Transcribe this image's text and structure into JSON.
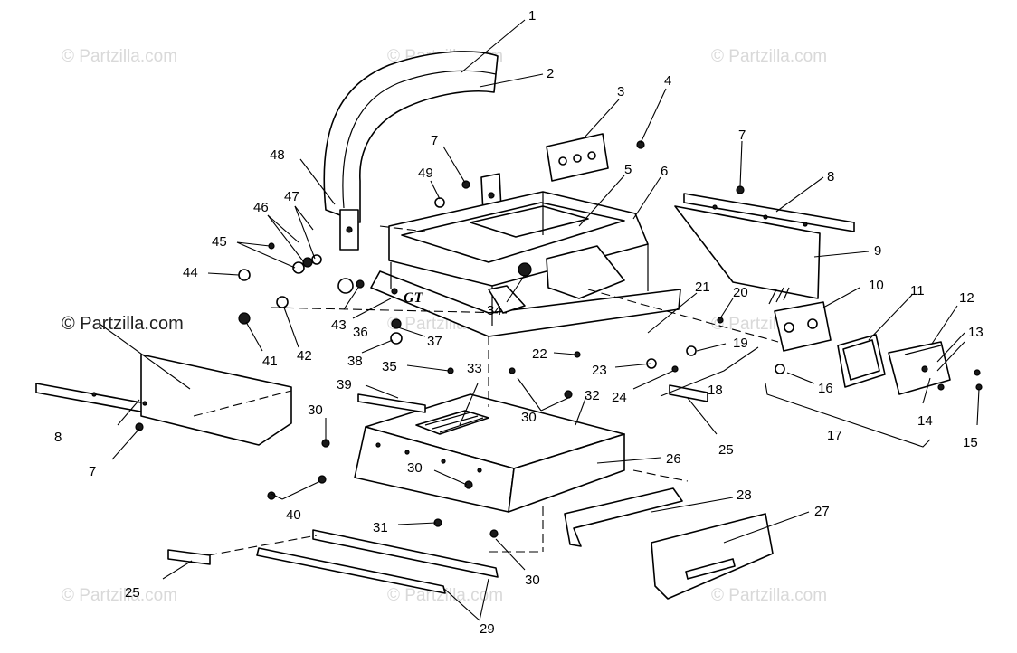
{
  "watermark": {
    "text": "© Partzilla.com"
  },
  "labels": [
    {
      "id": "1",
      "text": "1"
    },
    {
      "id": "2",
      "text": "2"
    },
    {
      "id": "3",
      "text": "3"
    },
    {
      "id": "4",
      "text": "4"
    },
    {
      "id": "5",
      "text": "5"
    },
    {
      "id": "6",
      "text": "6"
    },
    {
      "id": "7a",
      "text": "7"
    },
    {
      "id": "7b",
      "text": "7"
    },
    {
      "id": "7c",
      "text": "7"
    },
    {
      "id": "8a",
      "text": "8"
    },
    {
      "id": "8b",
      "text": "8"
    },
    {
      "id": "9",
      "text": "9"
    },
    {
      "id": "10",
      "text": "10"
    },
    {
      "id": "11",
      "text": "11"
    },
    {
      "id": "12",
      "text": "12"
    },
    {
      "id": "13",
      "text": "13"
    },
    {
      "id": "14",
      "text": "14"
    },
    {
      "id": "15",
      "text": "15"
    },
    {
      "id": "16",
      "text": "16"
    },
    {
      "id": "17",
      "text": "17"
    },
    {
      "id": "18",
      "text": "18"
    },
    {
      "id": "19",
      "text": "19"
    },
    {
      "id": "20",
      "text": "20"
    },
    {
      "id": "21",
      "text": "21"
    },
    {
      "id": "22",
      "text": "22"
    },
    {
      "id": "23",
      "text": "23"
    },
    {
      "id": "24",
      "text": "24"
    },
    {
      "id": "25a",
      "text": "25"
    },
    {
      "id": "25b",
      "text": "25"
    },
    {
      "id": "26",
      "text": "26"
    },
    {
      "id": "27",
      "text": "27"
    },
    {
      "id": "28",
      "text": "28"
    },
    {
      "id": "29",
      "text": "29"
    },
    {
      "id": "30a",
      "text": "30"
    },
    {
      "id": "30b",
      "text": "30"
    },
    {
      "id": "30c",
      "text": "30"
    },
    {
      "id": "30d",
      "text": "30"
    },
    {
      "id": "31",
      "text": "31"
    },
    {
      "id": "32",
      "text": "32"
    },
    {
      "id": "33",
      "text": "33"
    },
    {
      "id": "34",
      "text": "34"
    },
    {
      "id": "35",
      "text": "35"
    },
    {
      "id": "36",
      "text": "36"
    },
    {
      "id": "37",
      "text": "37"
    },
    {
      "id": "38",
      "text": "38"
    },
    {
      "id": "39",
      "text": "39"
    },
    {
      "id": "40",
      "text": "40"
    },
    {
      "id": "41",
      "text": "41"
    },
    {
      "id": "42",
      "text": "42"
    },
    {
      "id": "43",
      "text": "43"
    },
    {
      "id": "44",
      "text": "44"
    },
    {
      "id": "45",
      "text": "45"
    },
    {
      "id": "46",
      "text": "46"
    },
    {
      "id": "47",
      "text": "47"
    },
    {
      "id": "48",
      "text": "48"
    },
    {
      "id": "49",
      "text": "49"
    }
  ],
  "decal_text": "GT"
}
